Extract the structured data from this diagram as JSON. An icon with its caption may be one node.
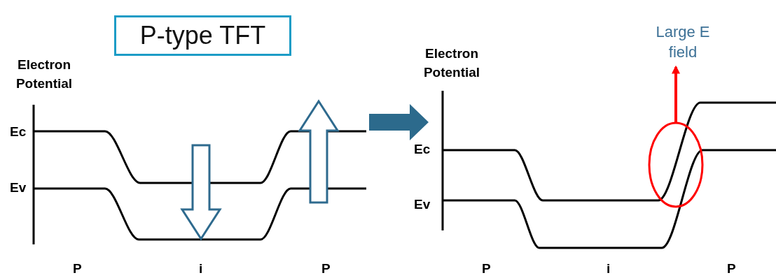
{
  "diagram": {
    "nodes": [
      {
        "text": [
          "P-type TFT"
        ]
      },
      {
        "text": [],
        "shape": "ellipse"
      },
      {
        "text": [
          "Large E field"
        ]
      }
    ],
    "edges": [
      {
        "from": 1,
        "to": 2,
        "arrow": "to",
        "color": "#ff0000"
      }
    ],
    "labels": [
      "Electron Potential",
      "Electron Potential",
      "Ec",
      "Ev",
      "Ec",
      "Ev",
      "P",
      "i",
      "P",
      "P",
      "i",
      "P"
    ]
  }
}
